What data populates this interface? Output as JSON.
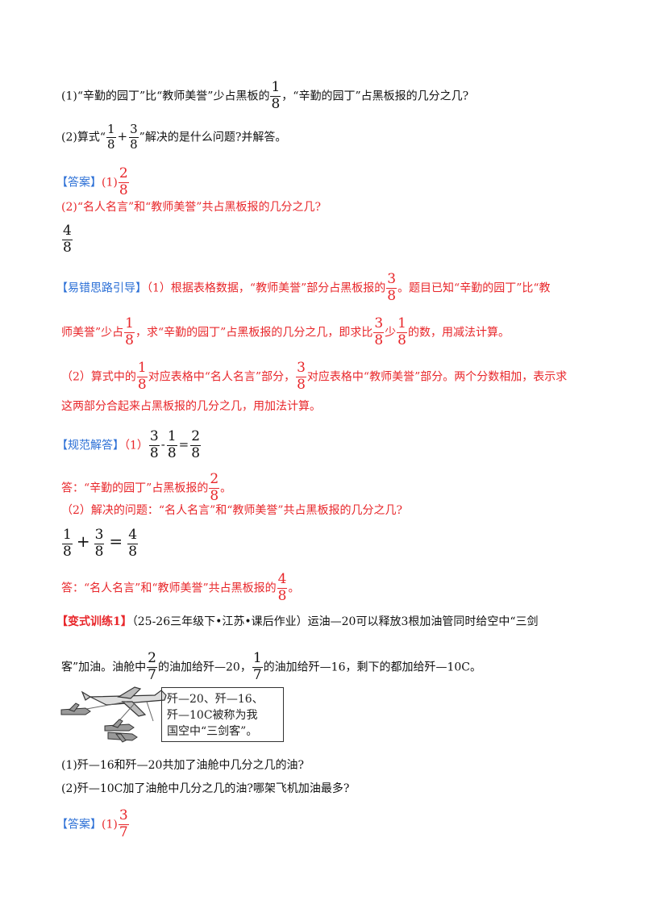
{
  "q": {
    "part1_a": "(1)“辛勤的园丁”比“教师美誉”少占黑板的",
    "part1_b": "，“辛勤的园丁”占黑板报的几分之几?",
    "part2_a": "(2)算式“",
    "part2_plus": "+",
    "part2_b": "”解决的是什么问题?并解答。"
  },
  "answer": {
    "tag": "【答案】",
    "p1_label": "(1)",
    "p2_text": "(2)“名人名言”和“教师美誉”共占黑板报的几分之几?"
  },
  "hint": {
    "tag": "【易错思路引导】",
    "l1_a": "（1）根据表格数据，“教师美誉”部分占黑板报的",
    "l1_b": "。题目已知“辛勤的园丁”比“教",
    "l2_a": "师美誉”少占",
    "l2_b": "，求“辛勤的园丁”占黑板报的几分之几，即求比",
    "l2_c": "少",
    "l2_d": "的数，用减法计算。",
    "l3_a": "（2）算式中的",
    "l3_b": "对应表格中“名人名言”部分，",
    "l3_c": "对应表格中“教师美誉”部分。两个分数相加，表示求",
    "l4": "这两部分合起来占黑板报的几分之几，用加法计算。"
  },
  "solution": {
    "tag": "【规范解答】",
    "p1_label": "（1）",
    "minus": "-",
    "eq": "=",
    "ans1_a": "答：“辛勤的园丁”占黑板报的",
    "ans1_b": "。",
    "p2_text": "（2）解决的问题：“名人名言”和“教师美誉”共占黑板报的几分之几?",
    "plus": "+",
    "eq2": "=",
    "ans2_a": "答：“名人名言”和“教师美誉”共占黑板报的",
    "ans2_b": "。"
  },
  "variant": {
    "tag": "【变式训练1】",
    "l1": "（25-26三年级下•江苏•课后作业）运油—20可以释放3根加油管同时给空中“三剑",
    "l2_a": "客”加油。油舱中",
    "l2_b": "的油加给歼—20，",
    "l2_c": "的油加给歼—16，剩下的都加给歼—10C。",
    "bubble": [
      "歼—20、歼—16、",
      "歼—10C被称为我",
      "国空中“三剑客”。"
    ],
    "q1": "(1)歼—16和歼—20共加了油舱中几分之几的油?",
    "q2": "(2)歼—10C加了油舱中几分之几的油?哪架飞机加油最多?",
    "answer_tag": "【答案】",
    "answer_label": "(1)"
  },
  "fractions": {
    "one_eighth": {
      "num": "1",
      "den": "8"
    },
    "two_eighths": {
      "num": "2",
      "den": "8"
    },
    "three_eighths": {
      "num": "3",
      "den": "8"
    },
    "four_eighths": {
      "num": "4",
      "den": "8"
    },
    "two_sevenths": {
      "num": "2",
      "den": "7"
    },
    "one_seventh": {
      "num": "1",
      "den": "7"
    },
    "three_sevenths": {
      "num": "3",
      "den": "7"
    }
  },
  "colors": {
    "red": "#e8262a",
    "blue": "#2b6fd6"
  }
}
